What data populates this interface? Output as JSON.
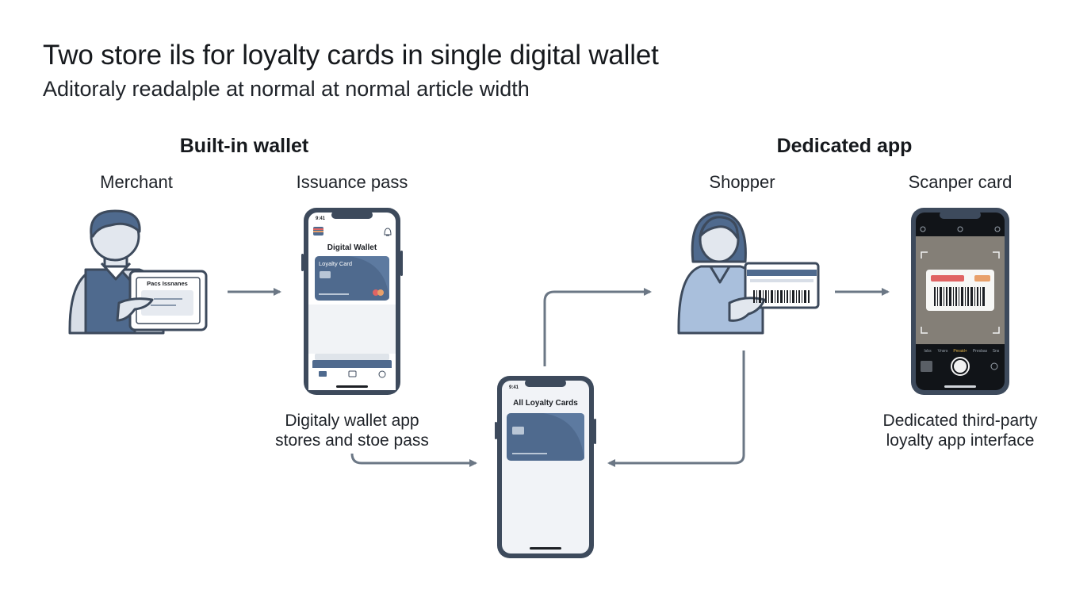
{
  "header": {
    "title": "Two store ils for loyalty cards in single digital wallet",
    "subtitle": "Aditoraly readalple at normal at normal article width"
  },
  "sections": {
    "left": "Built-in wallet",
    "right": "Dedicated app"
  },
  "nodes": {
    "merchant": {
      "label": "Merchant",
      "tablet_text": "Pacs Issnanes"
    },
    "issuance": {
      "label": "Issuance pass",
      "status_time": "9:41",
      "screen_title": "Digital Wallet",
      "card_label": "Loyalty Card",
      "caption_line1": "Digitaly wallet app",
      "caption_line2": "stores and stoe pass"
    },
    "wallet": {
      "status_time": "9:41",
      "screen_title": "All Loyalty Cards"
    },
    "shopper": {
      "label": "Shopper"
    },
    "scanner": {
      "label": "Scanper card",
      "modes": [
        "Isbs",
        "Vnsrs",
        "Pnraid+",
        "Pnrsbas",
        "Sns"
      ],
      "caption_line1": "Dedicated third-party",
      "caption_line2": "loyalty app interface"
    }
  },
  "colors": {
    "outline": "#3d4a5c",
    "card_blue": "#4f6a8e",
    "shirt_blue": "#a9bfdc",
    "arrow": "#6b7785",
    "red_bar": "#e06464",
    "orange_bar": "#e8a06a"
  }
}
